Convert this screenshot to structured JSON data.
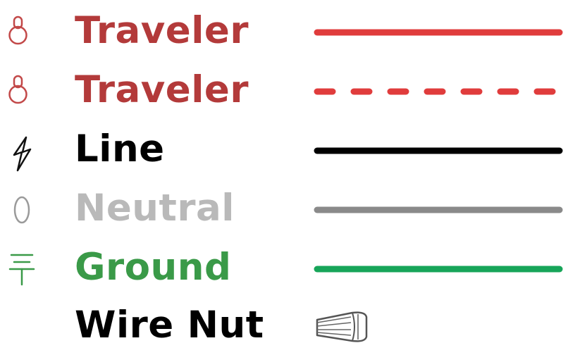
{
  "legend": {
    "items": [
      {
        "label": "Traveler",
        "color": "#b33a3a",
        "line_color": "#e03c3c",
        "line_style": "solid",
        "icon": "toggle-switch-icon"
      },
      {
        "label": "Traveler",
        "color": "#b33a3a",
        "line_color": "#e03c3c",
        "line_style": "dashed",
        "icon": "toggle-switch-icon"
      },
      {
        "label": "Line",
        "color": "#000000",
        "line_color": "#000000",
        "line_style": "solid",
        "icon": "lightning-bolt-icon"
      },
      {
        "label": "Neutral",
        "color": "#b9b9b9",
        "line_color": "#8a8a8a",
        "line_style": "solid",
        "icon": "oval-icon"
      },
      {
        "label": "Ground",
        "color": "#3a9a48",
        "line_color": "#17a559",
        "line_style": "solid",
        "icon": "ground-symbol-icon"
      },
      {
        "label": "Wire Nut",
        "color": "#000000",
        "line_color": null,
        "line_style": "none",
        "icon": "wire-nut-icon"
      }
    ]
  }
}
